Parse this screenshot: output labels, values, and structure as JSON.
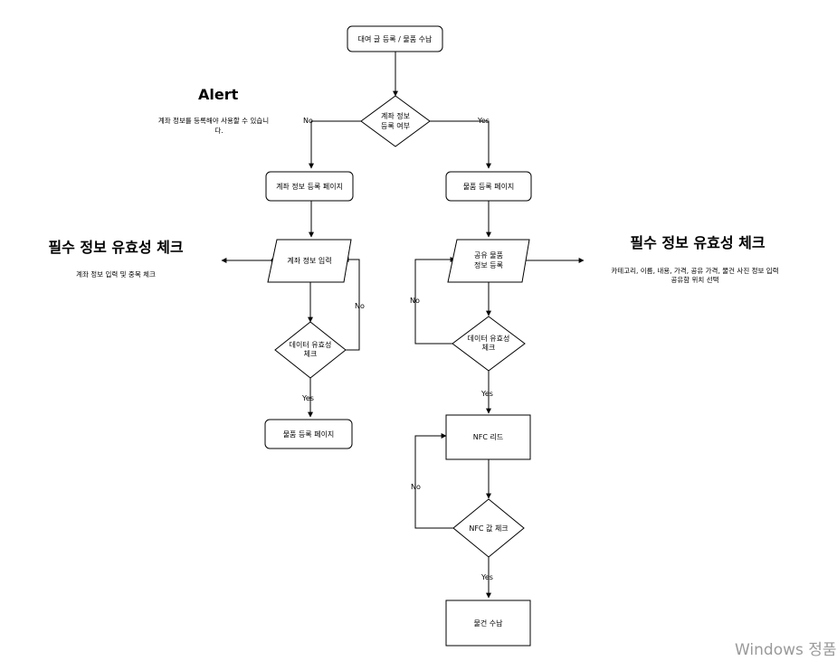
{
  "nodes": {
    "start": "대여 글 등록 / 물품 수납",
    "account_decision": [
      "계좌 정보",
      "등록 여부"
    ],
    "account_page": "계좌 정보 등록 페이지",
    "item_page_top": "물품 등록 페이지",
    "account_input": "계좌 정보 입력",
    "share_input": [
      "공유 물품",
      "정보 등록"
    ],
    "left_validity": [
      "데이터 유효성",
      "체크"
    ],
    "right_validity": [
      "데이터 유효성",
      "체크"
    ],
    "item_page_bottom": "물품 등록 페이지",
    "nfc_read": "NFC 리드",
    "nfc_check": "NFC 값 체크",
    "item_store": "물건 수납"
  },
  "edge_labels": {
    "no_top": "No",
    "yes_top": "Yes",
    "no_left_loop": "No",
    "yes_left": "Yes",
    "no_right_loop": "No",
    "yes_right": "Yes",
    "no_nfc_loop": "No",
    "yes_nfc": "Yes"
  },
  "notes": {
    "alert_title": "Alert",
    "alert_body": [
      "계좌 정보를 등록해야 사용할 수 있습니",
      "다."
    ],
    "left_check_title": "필수 정보 유효성 체크",
    "left_check_body": "계좌 정보 입력 및 중복 체크",
    "right_check_title": "필수 정보 유효성 체크",
    "right_check_body": [
      "카테고리, 이름, 내용, 가격, 공유 가격, 물건 사진 정보 입력",
      "공유함 위치 선택"
    ]
  },
  "watermark": "Windows 정품"
}
